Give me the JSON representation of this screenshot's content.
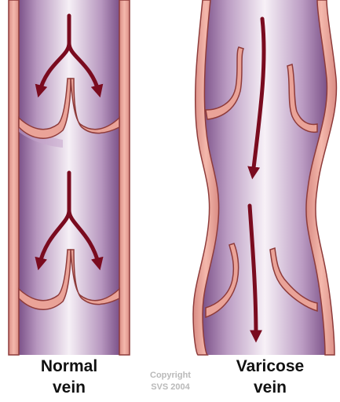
{
  "labels": {
    "normal": {
      "line1": "Normal",
      "line2": "vein"
    },
    "varicose": {
      "line1": "Varicose",
      "line2": "vein"
    },
    "copyright": {
      "line1": "Copyright",
      "line2": "SVS 2004"
    }
  },
  "colors": {
    "vein_wall": "#e9a398",
    "vein_wall_outline": "#8e3b3a",
    "vein_lumen_dark": "#7c5289",
    "vein_lumen_light": "#f6f0f6",
    "blood_flow_arrow": "#7a0b1f",
    "label_text": "#111111",
    "copyright_text": "#b9b9b9"
  }
}
